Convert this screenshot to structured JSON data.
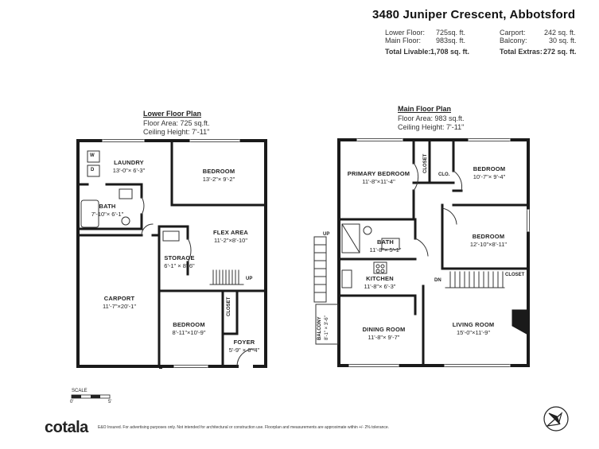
{
  "header": {
    "address": "3480 Juniper Crescent, Abbotsford",
    "stats": {
      "lower_floor_label": "Lower Floor:",
      "lower_floor_value": "725sq. ft.",
      "main_floor_label": "Main Floor:",
      "main_floor_value": "983sq. ft.",
      "total_livable_label": "Total Livable:",
      "total_livable_value": "1,708 sq. ft.",
      "carport_label": "Carport:",
      "carport_value": "242 sq. ft.",
      "balcony_label": "Balcony:",
      "balcony_value": "30 sq. ft.",
      "total_extras_label": "Total Extras:",
      "total_extras_value": "272 sq. ft."
    }
  },
  "lower_plan": {
    "title": "Lower Floor Plan",
    "area": "Floor Area: 725 sq.ft.",
    "height": "Ceiling Height: 7'-11\"",
    "rooms": {
      "laundry": {
        "name": "LAUNDRY",
        "dims": "13'-0\"× 6'-3\""
      },
      "bedroom1": {
        "name": "BEDROOM",
        "dims": "13'-2\"× 9'-2\""
      },
      "bath": {
        "name": "BATH",
        "dims": "7'-10\"× 6'-1\""
      },
      "flex": {
        "name": "FLEX AREA",
        "dims": "11'-2\"×8'-10\""
      },
      "storage": {
        "name": "STORAGE",
        "dims": "6'-1\" × 8'-6\""
      },
      "carport": {
        "name": "CARPORT",
        "dims": "11'-7\"×20'-1\""
      },
      "bedroom2": {
        "name": "BEDROOM",
        "dims": "8'-11\"×10'-9\""
      },
      "foyer": {
        "name": "FOYER",
        "dims": "5'-9\" × 6'-4\""
      }
    },
    "labels": {
      "closet": "CLOSET",
      "up": "UP",
      "washer": "W",
      "dryer": "D"
    }
  },
  "main_plan": {
    "title": "Main Floor Plan",
    "area": "Floor Area: 983 sq.ft.",
    "height": "Ceiling Height: 7'-11\"",
    "rooms": {
      "primary": {
        "name": "PRIMARY BEDROOM",
        "dims": "11'-8\"×11'-4\""
      },
      "bedroom1": {
        "name": "BEDROOM",
        "dims": "10'-7\"× 9'-4\""
      },
      "bedroom2": {
        "name": "BEDROOM",
        "dims": "12'-10\"×8'-11\""
      },
      "bath": {
        "name": "BATH",
        "dims": "11'-8\"× 5'-1\""
      },
      "kitchen": {
        "name": "KITCHEN",
        "dims": "11'-8\"× 6'-3\""
      },
      "dining": {
        "name": "DINING ROOM",
        "dims": "11'-8\"× 9'-7\""
      },
      "living": {
        "name": "LIVING ROOM",
        "dims": "15'-0\"×11'-9\""
      },
      "balcony": {
        "name": "BALCONY",
        "dims": "8'-1\" × 3'-6\""
      }
    },
    "labels": {
      "closet": "CLOSET",
      "clo": "CLO.",
      "closet2": "CLOSET",
      "up": "UP",
      "dn": "DN"
    }
  },
  "scale": {
    "label": "SCALE",
    "start": "0'",
    "end": "5'"
  },
  "footer": {
    "logo": "cotala",
    "disclaimer": "E&O Insured. For advertising purposes only. Not intended for architectural or construction use. Floorplan and measurements are approximate within +/- 2% tolerance."
  },
  "compass": {
    "icon": "north-arrow-icon"
  }
}
